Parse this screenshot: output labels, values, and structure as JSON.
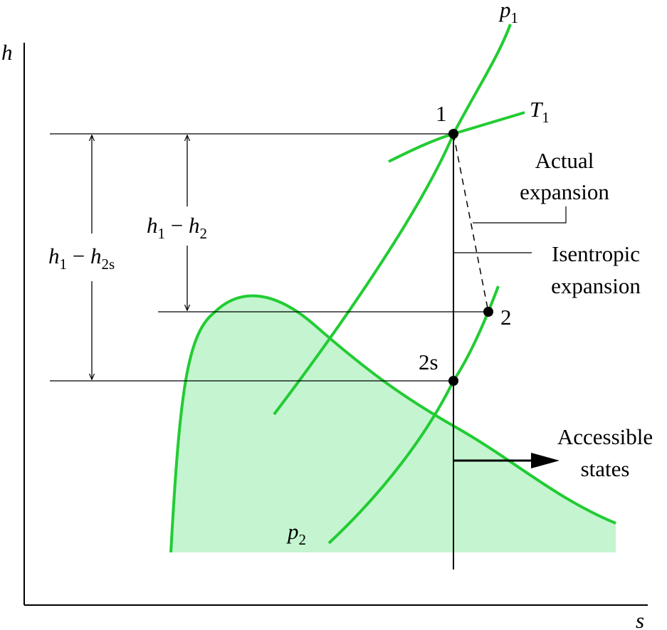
{
  "axes": {
    "x_label": "s",
    "y_label": "h"
  },
  "colors": {
    "curve": "#22cc33",
    "dome_fill": "#c4f5d0",
    "line": "#000000"
  },
  "curves": {
    "p1": {
      "letter": "p",
      "sub": "1"
    },
    "T1": {
      "letter": "T",
      "sub": "1"
    },
    "p2": {
      "letter": "p",
      "sub": "2"
    }
  },
  "states": {
    "s1": "1",
    "s2": "2",
    "s2s": "2s"
  },
  "dimensions": {
    "h1_h2": {
      "h": "h",
      "sub1": "1",
      "minus": " − ",
      "sub2": "2"
    },
    "h1_h2s": {
      "h": "h",
      "sub1": "1",
      "minus": " − ",
      "sub2": "2s"
    }
  },
  "annotations": {
    "actual_line1": "Actual",
    "actual_line2": "expansion",
    "isentropic_line1": "Isentropic",
    "isentropic_line2": "expansion",
    "accessible_line1": "Accessible",
    "accessible_line2": "states"
  }
}
